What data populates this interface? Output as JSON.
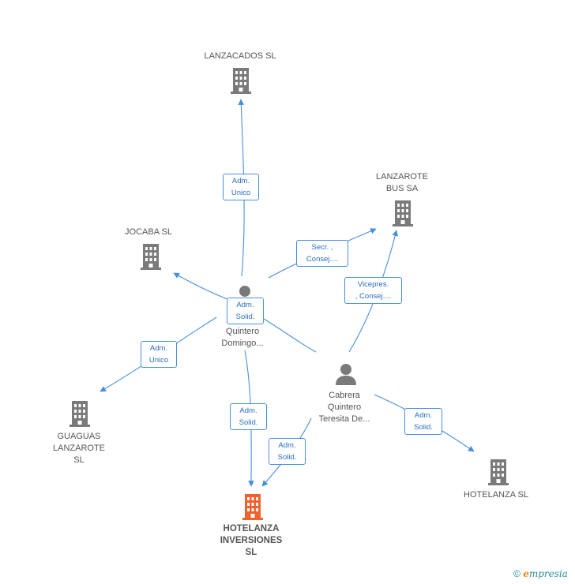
{
  "colors": {
    "edge": "#4a8fdc",
    "company_icon": "#7a7a7a",
    "main_icon": "#f0622e",
    "person_icon": "#7a7a7a",
    "label_border": "#4a8fdc",
    "label_text": "#2a6ebf"
  },
  "nodes": {
    "lanzacados": {
      "name": "LANZACADOS SL",
      "icon": "building-icon"
    },
    "lanzarote_bus": {
      "name_line1": "LANZAROTE",
      "name_line2": "BUS SA",
      "icon": "building-icon"
    },
    "jocaba": {
      "name": "JOCABA SL",
      "icon": "building-icon"
    },
    "guaguas": {
      "name_line1": "GUAGUAS",
      "name_line2": "LANZAROTE",
      "name_line3": "SL",
      "icon": "building-icon"
    },
    "hotelanza": {
      "name": "HOTELANZA SL",
      "icon": "building-icon"
    },
    "hotelanza_inversiones": {
      "name_line1": "HOTELANZA",
      "name_line2": "INVERSIONES",
      "name_line3": "SL",
      "icon": "building-icon"
    },
    "quintero": {
      "name_line1": "Quintero",
      "name_line2": "Domingo...",
      "icon": "person-icon"
    },
    "cabrera": {
      "name_line1": "Cabrera",
      "name_line2": "Quintero",
      "name_line3": "Teresita De...",
      "icon": "person-icon"
    }
  },
  "relations": {
    "r_lanzacados": {
      "line1": "Adm.",
      "line2": "Unico"
    },
    "r_lanzarote_secr": {
      "line1": "Secr. ,",
      "line2": "Consej...."
    },
    "r_lanzarote_vice": {
      "line1": "Vicepres.",
      "line2": ", Consej...."
    },
    "r_jocaba": {
      "line1": "Adm.",
      "line2": "Solid."
    },
    "r_guaguas": {
      "line1": "Adm.",
      "line2": "Unico"
    },
    "r_inversiones_q": {
      "line1": "Adm.",
      "line2": "Solid."
    },
    "r_inversiones_c": {
      "line1": "Adm.",
      "line2": "Solid."
    },
    "r_hotelanza": {
      "line1": "Adm.",
      "line2": "Solid."
    }
  },
  "footer": {
    "copyright": "©",
    "brand_e": "e",
    "brand_rest": "mpresia"
  }
}
